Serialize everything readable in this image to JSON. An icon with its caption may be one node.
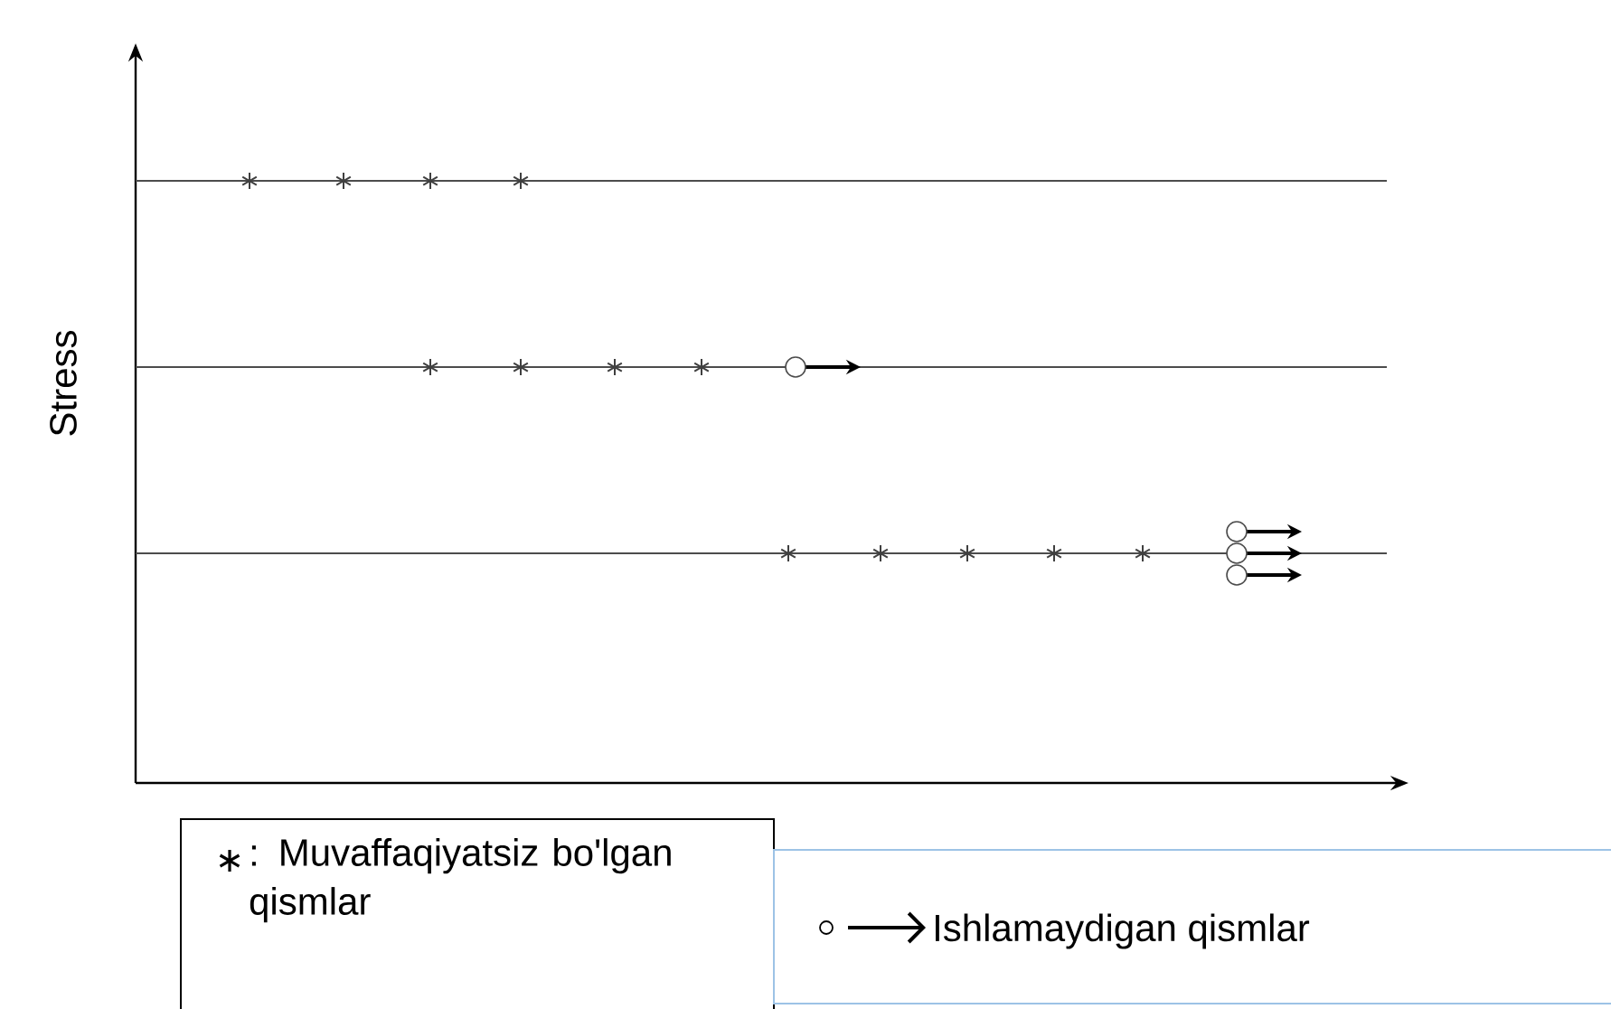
{
  "diagram": {
    "labels": [
      "Stress"
    ],
    "legend": [
      {
        "text": ": Muvaffaqiyatsiz bo'lgan qismlar"
      },
      {
        "text": "Ishlamaydigan qismlar"
      }
    ]
  }
}
